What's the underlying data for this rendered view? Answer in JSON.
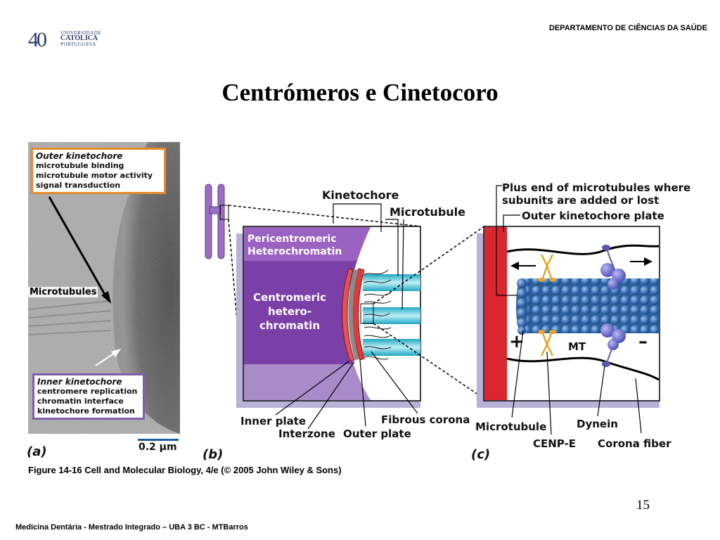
{
  "header": {
    "logo_number": "40",
    "logo_line1": "UNIVERSIDADE",
    "logo_line2": "CATÓLICA",
    "logo_line3": "PORTUGUESA",
    "department": "DEPARTAMENTO DE CIÊNCIAS DA SAÚDE"
  },
  "slide": {
    "title": "Centrómeros e Cinetocoro",
    "page_number": "15",
    "footer": "Medicina Dentária - Mestrado Integrado – UBA 3 BC - MTBarros"
  },
  "figure": {
    "caption": "Figure 14-16  Cell and Molecular Biology, 4/e (© 2005 John Wiley & Sons)",
    "panel_a": {
      "letter": "(a)",
      "scale": "0.2 μm",
      "outer_title": "Outer kinetochore",
      "outer_lines": [
        "microtubule binding",
        "microtubule motor activity",
        "signal transduction"
      ],
      "microtubules": "Microtubules",
      "inner_title": "Inner kinetochore",
      "inner_lines": [
        "centromere replication",
        "chromatin interface",
        "kinetochore formation"
      ]
    },
    "panel_b": {
      "letter": "(b)",
      "kinetochore": "Kinetochore",
      "microtubule": "Microtubule",
      "peri_1": "Pericentromeric",
      "peri_2": "Heterochromatin",
      "centro_1": "Centromeric",
      "centro_2": "hetero-",
      "centro_3": "chromatin",
      "inner_plate": "Inner plate",
      "interzone": "Interzone",
      "outer_plate": "Outer plate",
      "fibrous_corona": "Fibrous corona"
    },
    "panel_c": {
      "letter": "(c)",
      "plus_end_1": "Plus end of microtubules where",
      "plus_end_2": "subunits are added or lost",
      "outer_plate": "Outer kinetochore plate",
      "plus": "+",
      "minus": "–",
      "mt": "MT",
      "microtubule": "Microtubule",
      "cenp_e": "CENP-E",
      "dynein": "Dynein",
      "corona_fiber": "Corona fiber"
    }
  }
}
